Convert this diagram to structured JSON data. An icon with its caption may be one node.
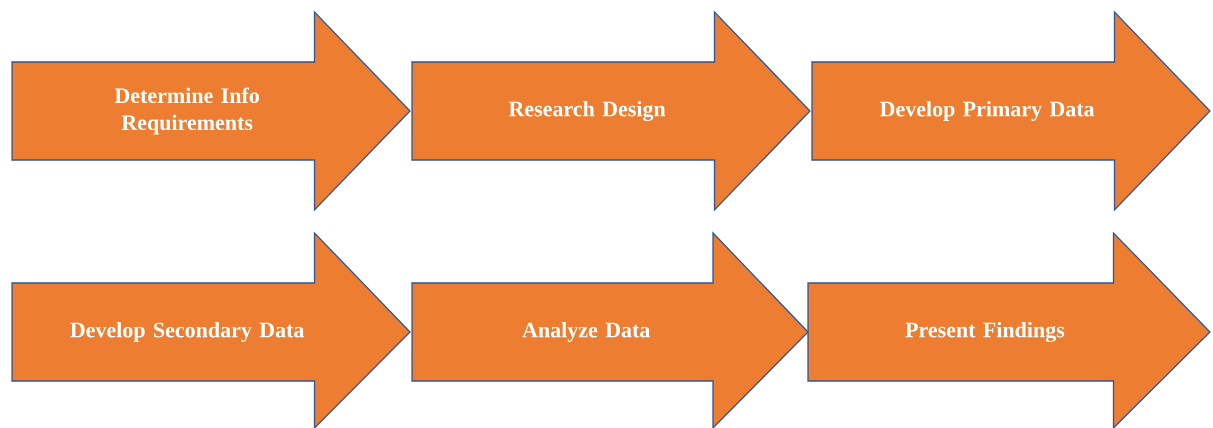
{
  "diagram": {
    "nodes": [
      {
        "text": [
          "Determine Info Requirements"
        ]
      },
      {
        "text": [
          "Research Design"
        ]
      },
      {
        "text": [
          "Develop Primary Data"
        ]
      },
      {
        "text": [
          "Develop Secondary Data"
        ]
      },
      {
        "text": [
          "Analyze Data"
        ]
      },
      {
        "text": [
          "Present Findings"
        ]
      }
    ]
  }
}
